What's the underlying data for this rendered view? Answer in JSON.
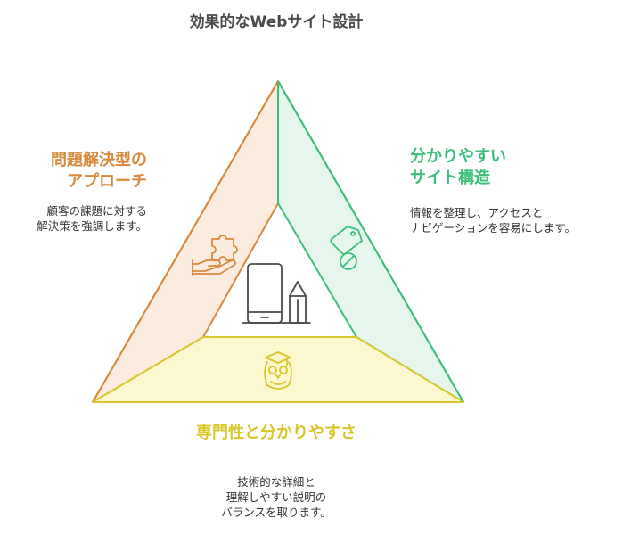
{
  "title": "効果的なWebサイト設計",
  "colors": {
    "orange": "#d9893c",
    "orange_fill": "#fcece0",
    "green": "#3cbf78",
    "green_fill": "#e6f6ec",
    "yellow": "#d8c62a",
    "yellow_fill": "#fbf7cf",
    "icon_gray": "#4a4a4a"
  },
  "sections": {
    "left": {
      "heading_lines": [
        "問題解決型の",
        "アプローチ"
      ],
      "desc_lines": [
        "顧客の課題に対する",
        "解決策を強調します。"
      ],
      "icon": "puzzle-hand-icon"
    },
    "right": {
      "heading_lines": [
        "分かりやすい",
        "サイト構造"
      ],
      "desc_lines": [
        "情報を整理し、アクセスと",
        "ナビゲーションを容易にします。"
      ],
      "icon": "tag-icon"
    },
    "bottom": {
      "heading_lines": [
        "専門性と分かりやすさ"
      ],
      "desc_lines": [
        "技術的な詳細と",
        "理解しやすい説明の",
        "バランスを取ります。"
      ],
      "icon": "owl-icon"
    },
    "center": {
      "icon": "device-pencil-icon"
    }
  }
}
